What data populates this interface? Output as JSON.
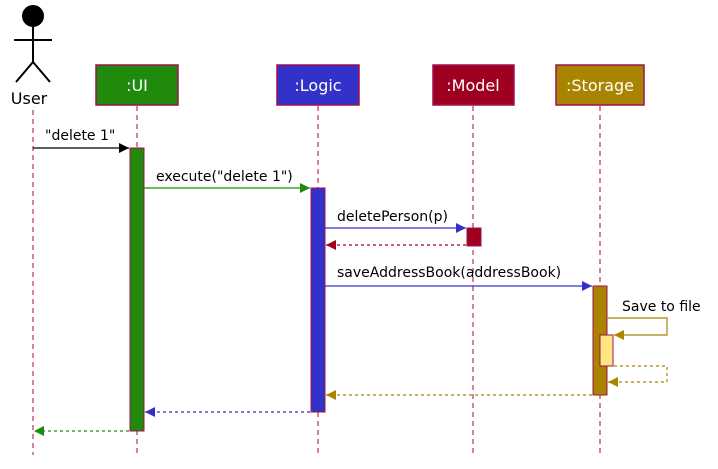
{
  "colors": {
    "ui": "#1f8a0c",
    "logic": "#3232c8",
    "model": "#a00020",
    "storage": "#a88400",
    "storage_inner": "#ffe680",
    "lifeline": "#b0003a",
    "box_border": "#a01050",
    "black": "#000000"
  },
  "actor": {
    "label": "User"
  },
  "participants": [
    {
      "id": "ui",
      "label": ":UI"
    },
    {
      "id": "logic",
      "label": ":Logic"
    },
    {
      "id": "model",
      "label": ":Model"
    },
    {
      "id": "storage",
      "label": ":Storage"
    }
  ],
  "messages": [
    {
      "id": "delete",
      "text": "\"delete 1\""
    },
    {
      "id": "execute",
      "text": "execute(\"delete 1\")"
    },
    {
      "id": "deletePerson",
      "text": "deletePerson(p)"
    },
    {
      "id": "saveAddressBook",
      "text": "saveAddressBook(addressBook)"
    },
    {
      "id": "saveFile",
      "text": "Save to file"
    }
  ]
}
